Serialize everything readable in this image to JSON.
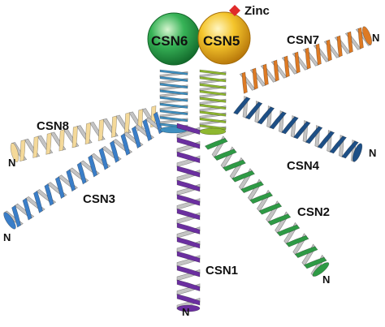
{
  "labels": {
    "zinc": "Zinc",
    "csn1": "CSN1",
    "csn2": "CSN2",
    "csn3": "CSN3",
    "csn4": "CSN4",
    "csn5": "CSN5",
    "csn6": "CSN6",
    "csn7": "CSN7",
    "csn8": "CSN8"
  },
  "n_terminus_label": "N",
  "colors": {
    "csn1": "#6b2fa0",
    "csn2": "#2e9a45",
    "csn3": "#3a7ec8",
    "csn4": "#1d4f86",
    "csn5": "#8fb830",
    "csn6": "#3f8fbf",
    "csn7": "#dd7a24",
    "csn8": "#f4d99a",
    "backbone": "#c4c4c4",
    "csn5_ball": "#f0b51e",
    "csn6_ball": "#2fae52",
    "zinc": "#e02a2a"
  },
  "icons": {
    "zinc": "red-diamond"
  }
}
